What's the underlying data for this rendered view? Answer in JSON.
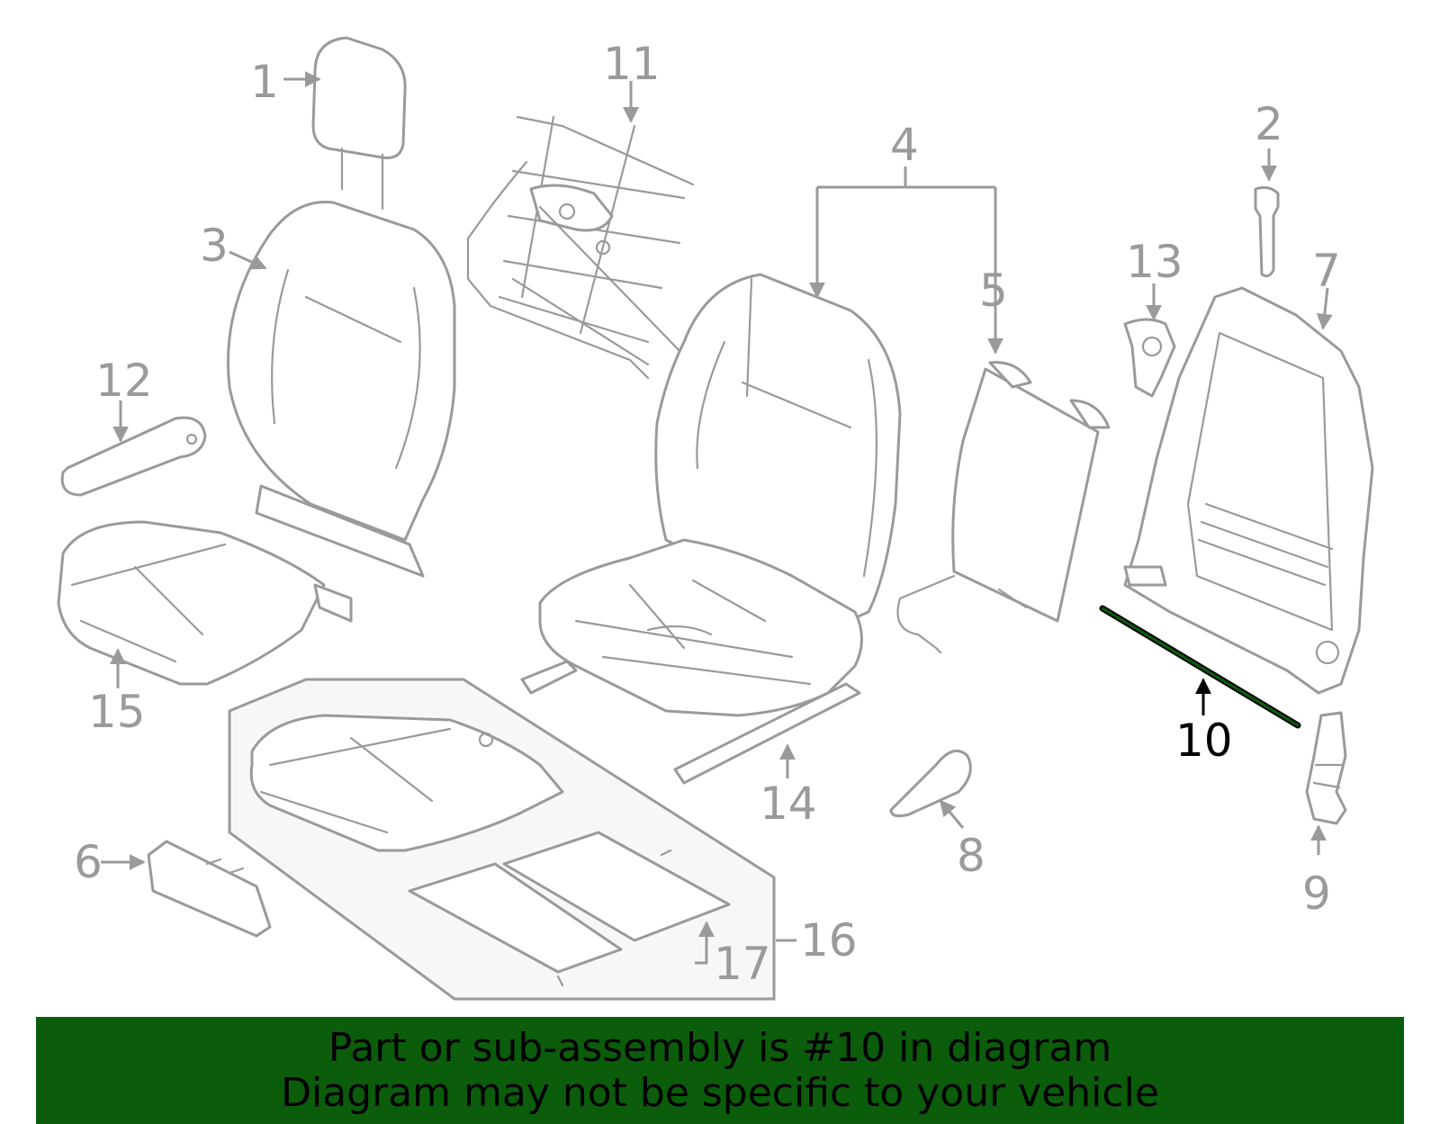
{
  "diagram": {
    "highlighted_part": "10",
    "callouts": [
      "1",
      "2",
      "3",
      "4",
      "5",
      "6",
      "7",
      "8",
      "9",
      "10",
      "11",
      "12",
      "13",
      "14",
      "15",
      "16",
      "17"
    ]
  },
  "banner": {
    "line1": "Part or sub-assembly is #10 in diagram",
    "line2": "Diagram may not be specific to your vehicle",
    "background_color": "#0b5c0b"
  },
  "colors": {
    "part_outline": "#9a9a9a",
    "highlight": "#000000",
    "highlight_fill": "#0b5c0b"
  }
}
